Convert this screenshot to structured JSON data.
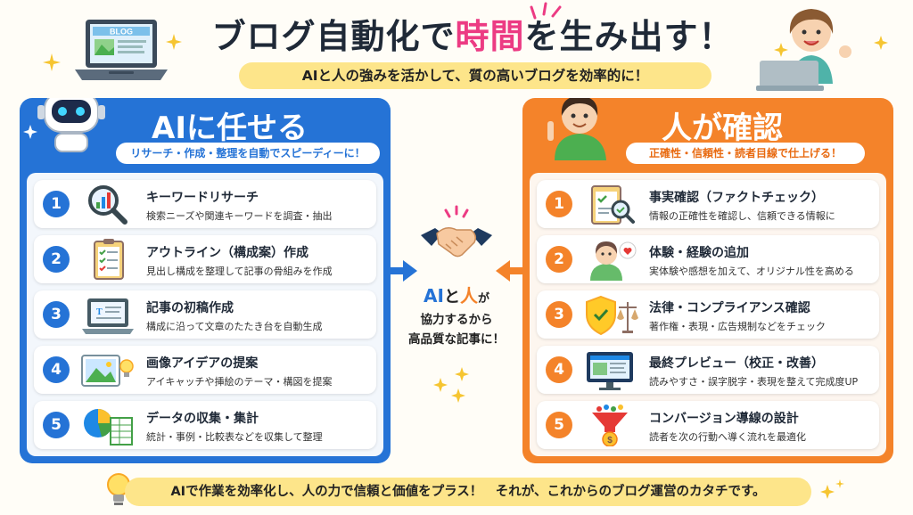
{
  "header": {
    "title_pre": "ブログ自動化で",
    "title_highlight": "時間",
    "title_post": "を生み出す！",
    "subtitle": "AIと人の強みを活かして、質の高いブログを効率的に！",
    "laptop_label": "BLOG"
  },
  "left_panel": {
    "title": "AIに任せる",
    "subtitle": "リサーチ・作成・整理を自動でスピーディーに！",
    "accent": "#2573d6",
    "items": [
      {
        "num": "1",
        "title": "キーワードリサーチ",
        "desc": "検索ニーズや関連キーワードを調査・抽出",
        "icon": "magnifier-chart-icon"
      },
      {
        "num": "2",
        "title": "アウトライン（構成案）作成",
        "desc": "見出し構成を整理して記事の骨組みを作成",
        "icon": "clipboard-checklist-icon"
      },
      {
        "num": "3",
        "title": "記事の初稿作成",
        "desc": "構成に沿って文章のたたき台を自動生成",
        "icon": "laptop-document-icon"
      },
      {
        "num": "4",
        "title": "画像アイデアの提案",
        "desc": "アイキャッチや挿絵のテーマ・構図を提案",
        "icon": "image-lightbulb-icon"
      },
      {
        "num": "5",
        "title": "データの収集・集計",
        "desc": "統計・事例・比較表などを収集して整理",
        "icon": "pie-chart-table-icon"
      }
    ]
  },
  "right_panel": {
    "title": "人が確認",
    "subtitle": "正確性・信頼性・読者目線で仕上げる！",
    "accent": "#f4832a",
    "items": [
      {
        "num": "1",
        "title": "事実確認（ファクトチェック）",
        "desc": "情報の正確性を確認し、信頼できる情報に",
        "icon": "clipboard-magnifier-icon"
      },
      {
        "num": "2",
        "title": "体験・経験の追加",
        "desc": "実体験や感想を加えて、オリジナル性を高める",
        "icon": "person-heart-icon"
      },
      {
        "num": "3",
        "title": "法律・コンプライアンス確認",
        "desc": "著作権・表現・広告規制などをチェック",
        "icon": "shield-scale-icon"
      },
      {
        "num": "4",
        "title": "最終プレビュー（校正・改善）",
        "desc": "読みやすさ・誤字脱字・表現を整えて完成度UP",
        "icon": "monitor-preview-icon"
      },
      {
        "num": "5",
        "title": "コンバージョン導線の設計",
        "desc": "読者を次の行動へ導く流れを最適化",
        "icon": "funnel-coin-icon"
      }
    ]
  },
  "center": {
    "ai": "AI",
    "to": "と",
    "hito": "人",
    "ga": "が",
    "line2": "協力するから",
    "line3": "高品質な記事に！"
  },
  "footer": {
    "text": "AIで作業を効率化し、人の力で信頼と価値をプラス！　それが、これからのブログ運営のカタチです。"
  }
}
